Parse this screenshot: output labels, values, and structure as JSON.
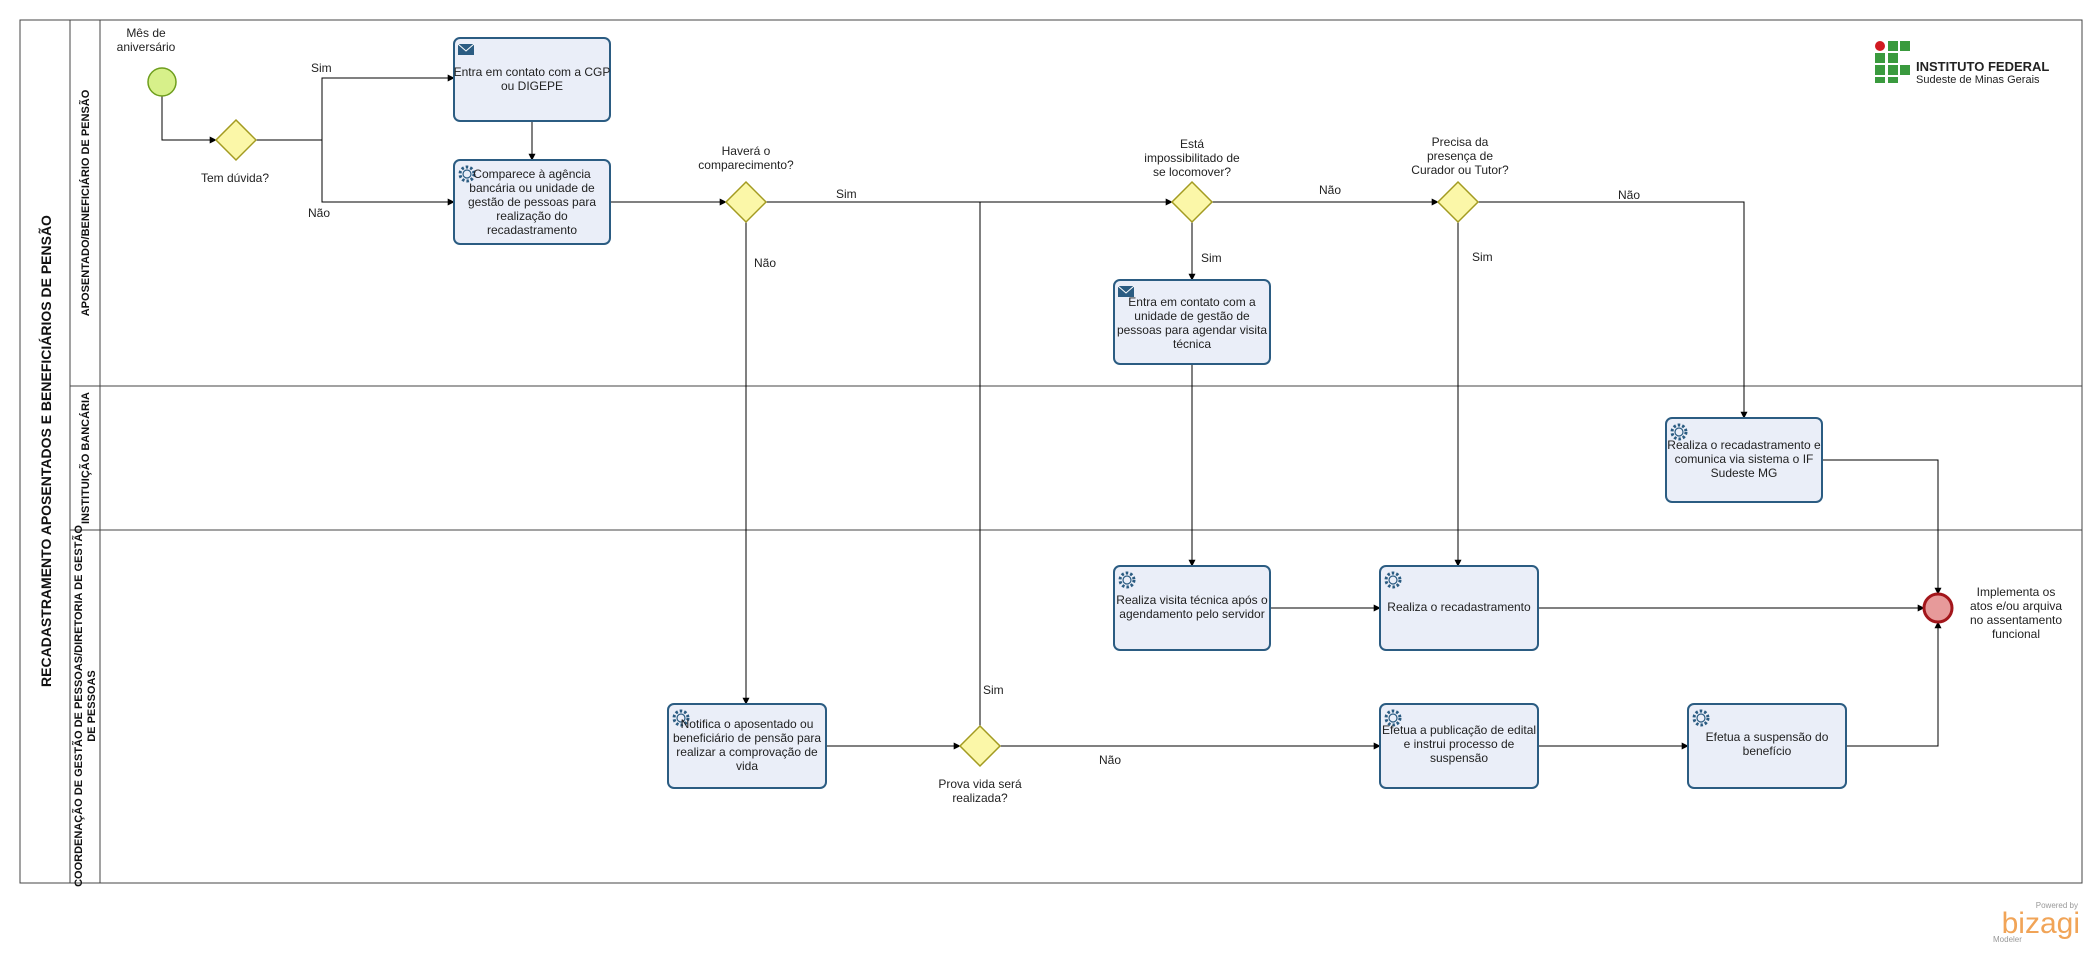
{
  "pool": {
    "title": "RECADASTRAMENTO APOSENTADOS E BENEFICIÁRIOS DE PENSÃO"
  },
  "lanes": [
    {
      "id": "lane1",
      "title": "APOSENTADO/BENEFICIÁRIO DE PENSÃO"
    },
    {
      "id": "lane2",
      "title": "INSTITUIÇÃO BANCÁRIA"
    },
    {
      "id": "lane3",
      "title_lines": [
        "COORDENAÇÃO DE GESTÃO DE PESSOAS/DIRETORIA DE GESTÃO",
        "DE PESSOAS"
      ]
    }
  ],
  "logo": {
    "line1": "INSTITUTO FEDERAL",
    "line2": "Sudeste de Minas Gerais"
  },
  "events": {
    "start": {
      "label_lines": [
        "Mês de",
        "aniversário"
      ]
    },
    "end": {
      "label_lines": [
        "Implementa os",
        "atos e/ou arquiva",
        "no assentamento",
        "funcional"
      ]
    }
  },
  "gateways": {
    "g1": {
      "label_lines": [
        "Tem dúvida?"
      ]
    },
    "g2": {
      "label_lines": [
        "Haverá o",
        "comparecimento?"
      ]
    },
    "g3": {
      "label_lines": [
        "Está",
        "impossibilitado de",
        "se locomover?"
      ]
    },
    "g4": {
      "label_lines": [
        "Precisa da",
        "presença de",
        "Curador ou Tutor?"
      ]
    },
    "g5": {
      "label_lines": [
        "Prova vida será",
        "realizada?"
      ]
    }
  },
  "tasks": {
    "t1": {
      "icon": "envelope-icon",
      "lines": [
        "Entra em contato com a CGP",
        "ou DIGEPE"
      ]
    },
    "t2": {
      "icon": "gear-icon",
      "lines": [
        "Comparece à agência",
        "bancária ou unidade de",
        "gestão de pessoas para",
        "realização do",
        "recadastramento"
      ]
    },
    "t3": {
      "icon": "envelope-icon",
      "lines": [
        "Entra em contato com a",
        "unidade de gestão de",
        "pessoas para agendar visita",
        "técnica"
      ]
    },
    "t4": {
      "icon": "gear-icon",
      "lines": [
        "Realiza o recadastramento e",
        "comunica via sistema o IF",
        "Sudeste MG"
      ]
    },
    "t5": {
      "icon": "gear-icon",
      "lines": [
        "Realiza visita técnica após o",
        "agendamento pelo servidor"
      ]
    },
    "t6": {
      "icon": "gear-icon",
      "lines": [
        "Realiza o recadastramento"
      ]
    },
    "t7": {
      "icon": "gear-icon",
      "lines": [
        "Notifica o aposentado ou",
        "beneficiário de pensão para",
        "realizar a comprovação de",
        "vida"
      ]
    },
    "t8": {
      "icon": "gear-icon",
      "lines": [
        "Efetua a publicação de edital",
        "e instrui processo de",
        "suspensão"
      ]
    },
    "t9": {
      "icon": "gear-icon",
      "lines": [
        "Efetua a suspensão do",
        "benefício"
      ]
    }
  },
  "flow_labels": {
    "g1_sim": "Sim",
    "g1_nao": "Não",
    "g2_sim": "Sim",
    "g2_nao": "Não",
    "g3_nao": "Não",
    "g3_sim": "Sim",
    "g4_nao": "Não",
    "g4_sim": "Sim",
    "g5_sim": "Sim",
    "g5_nao": "Não"
  },
  "branding": {
    "powered": "Powered by",
    "name": "bizagi",
    "product": "Modeler"
  },
  "colors": {
    "task_fill": "#eaeef8",
    "task_stroke": "#2b5c82",
    "gateway_fill": "#fbf7a8",
    "gateway_stroke": "#a39b21",
    "start_fill": "#d7f08a",
    "start_stroke": "#6e9e1d",
    "end_fill": "#e79a9a",
    "end_stroke": "#a3161b",
    "logo_green": "#3a9a3e",
    "logo_red": "#d11a21",
    "bizagi_orange": "#f1a457"
  }
}
